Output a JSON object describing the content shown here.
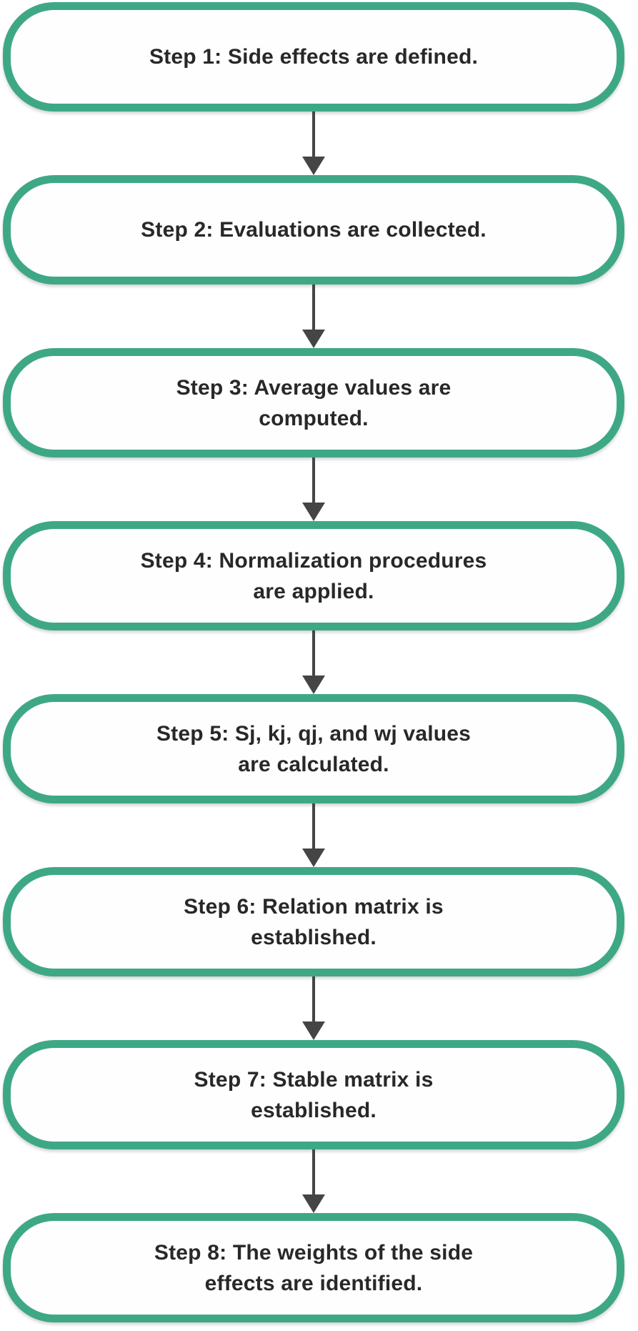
{
  "figure": {
    "type": "flowchart",
    "direction": "top-down",
    "steps": [
      {
        "label": "Step 1: Side effects are defined."
      },
      {
        "label": "Step 2: Evaluations are collected."
      },
      {
        "label": "Step 3: Average values are\ncomputed."
      },
      {
        "label": "Step 4: Normalization procedures\nare applied."
      },
      {
        "label": "Step 5: Sj, kj, qj, and wj values\nare calculated."
      },
      {
        "label": "Step 6: Relation matrix is\nestablished."
      },
      {
        "label": "Step 7: Stable matrix is\nestablished."
      },
      {
        "label": "Step 8: The weights of the side\neffects are identified."
      }
    ]
  },
  "colors": {
    "accent": "#3ea886",
    "box-fill": "#fefefe",
    "text": "#282828",
    "arrow": "#454545"
  }
}
